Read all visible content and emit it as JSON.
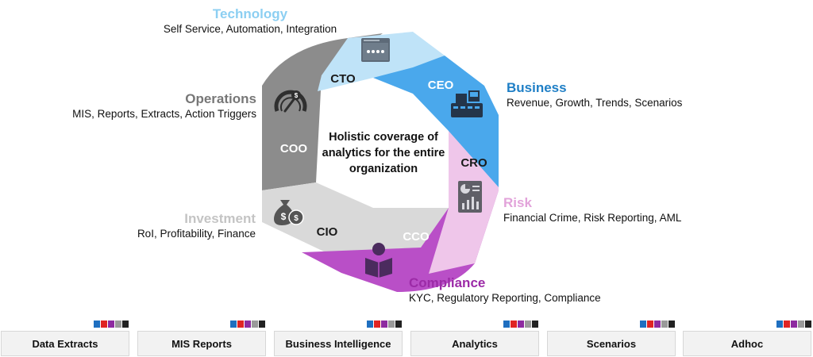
{
  "colors": {
    "technology": "#bfe3f8",
    "business": "#4aa8ec",
    "risk": "#efc6ea",
    "compliance": "#b94fc7",
    "investment": "#d9d9d9",
    "operations": "#8c8c8c",
    "technology_title": "#8ccff2",
    "business_title": "#1f7fc6",
    "risk_title": "#e2a3da",
    "compliance_title": "#9c2ba7",
    "investment_title": "#c4c4c4",
    "operations_title": "#777777"
  },
  "segments": {
    "cto": "CTO",
    "ceo": "CEO",
    "cro": "CRO",
    "cco": "CCO",
    "cio": "CIO",
    "coo": "COO"
  },
  "center_text": "Holistic coverage of analytics for the entire organization",
  "categories": {
    "technology": {
      "title": "Technology",
      "desc": "Self Service, Automation, Integration"
    },
    "business": {
      "title": "Business",
      "desc": "Revenue, Growth, Trends, Scenarios"
    },
    "risk": {
      "title": "Risk",
      "desc": "Financial Crime, Risk Reporting, AML"
    },
    "compliance": {
      "title": "Compliance",
      "desc": "KYC, Regulatory Reporting, Compliance"
    },
    "investment": {
      "title": "Investment",
      "desc": "RoI, Profitability, Finance"
    },
    "operations": {
      "title": "Operations",
      "desc": "MIS, Reports, Extracts, Action Triggers"
    }
  },
  "icons": {
    "cto": "browser-window-icon",
    "ceo": "cash-register-icon",
    "cro": "report-chart-icon",
    "cco": "reading-person-icon",
    "cio": "money-bag-icon",
    "coo": "speedometer-dollar-icon"
  },
  "tiles": [
    {
      "label": "Data Extracts"
    },
    {
      "label": "MIS Reports"
    },
    {
      "label": "Business Intelligence"
    },
    {
      "label": "Analytics"
    },
    {
      "label": "Scenarios"
    },
    {
      "label": "Adhoc"
    }
  ],
  "swatch_colors": [
    "#1f6fc0",
    "#e02424",
    "#8e2ba0",
    "#9a9a9a",
    "#222222"
  ]
}
